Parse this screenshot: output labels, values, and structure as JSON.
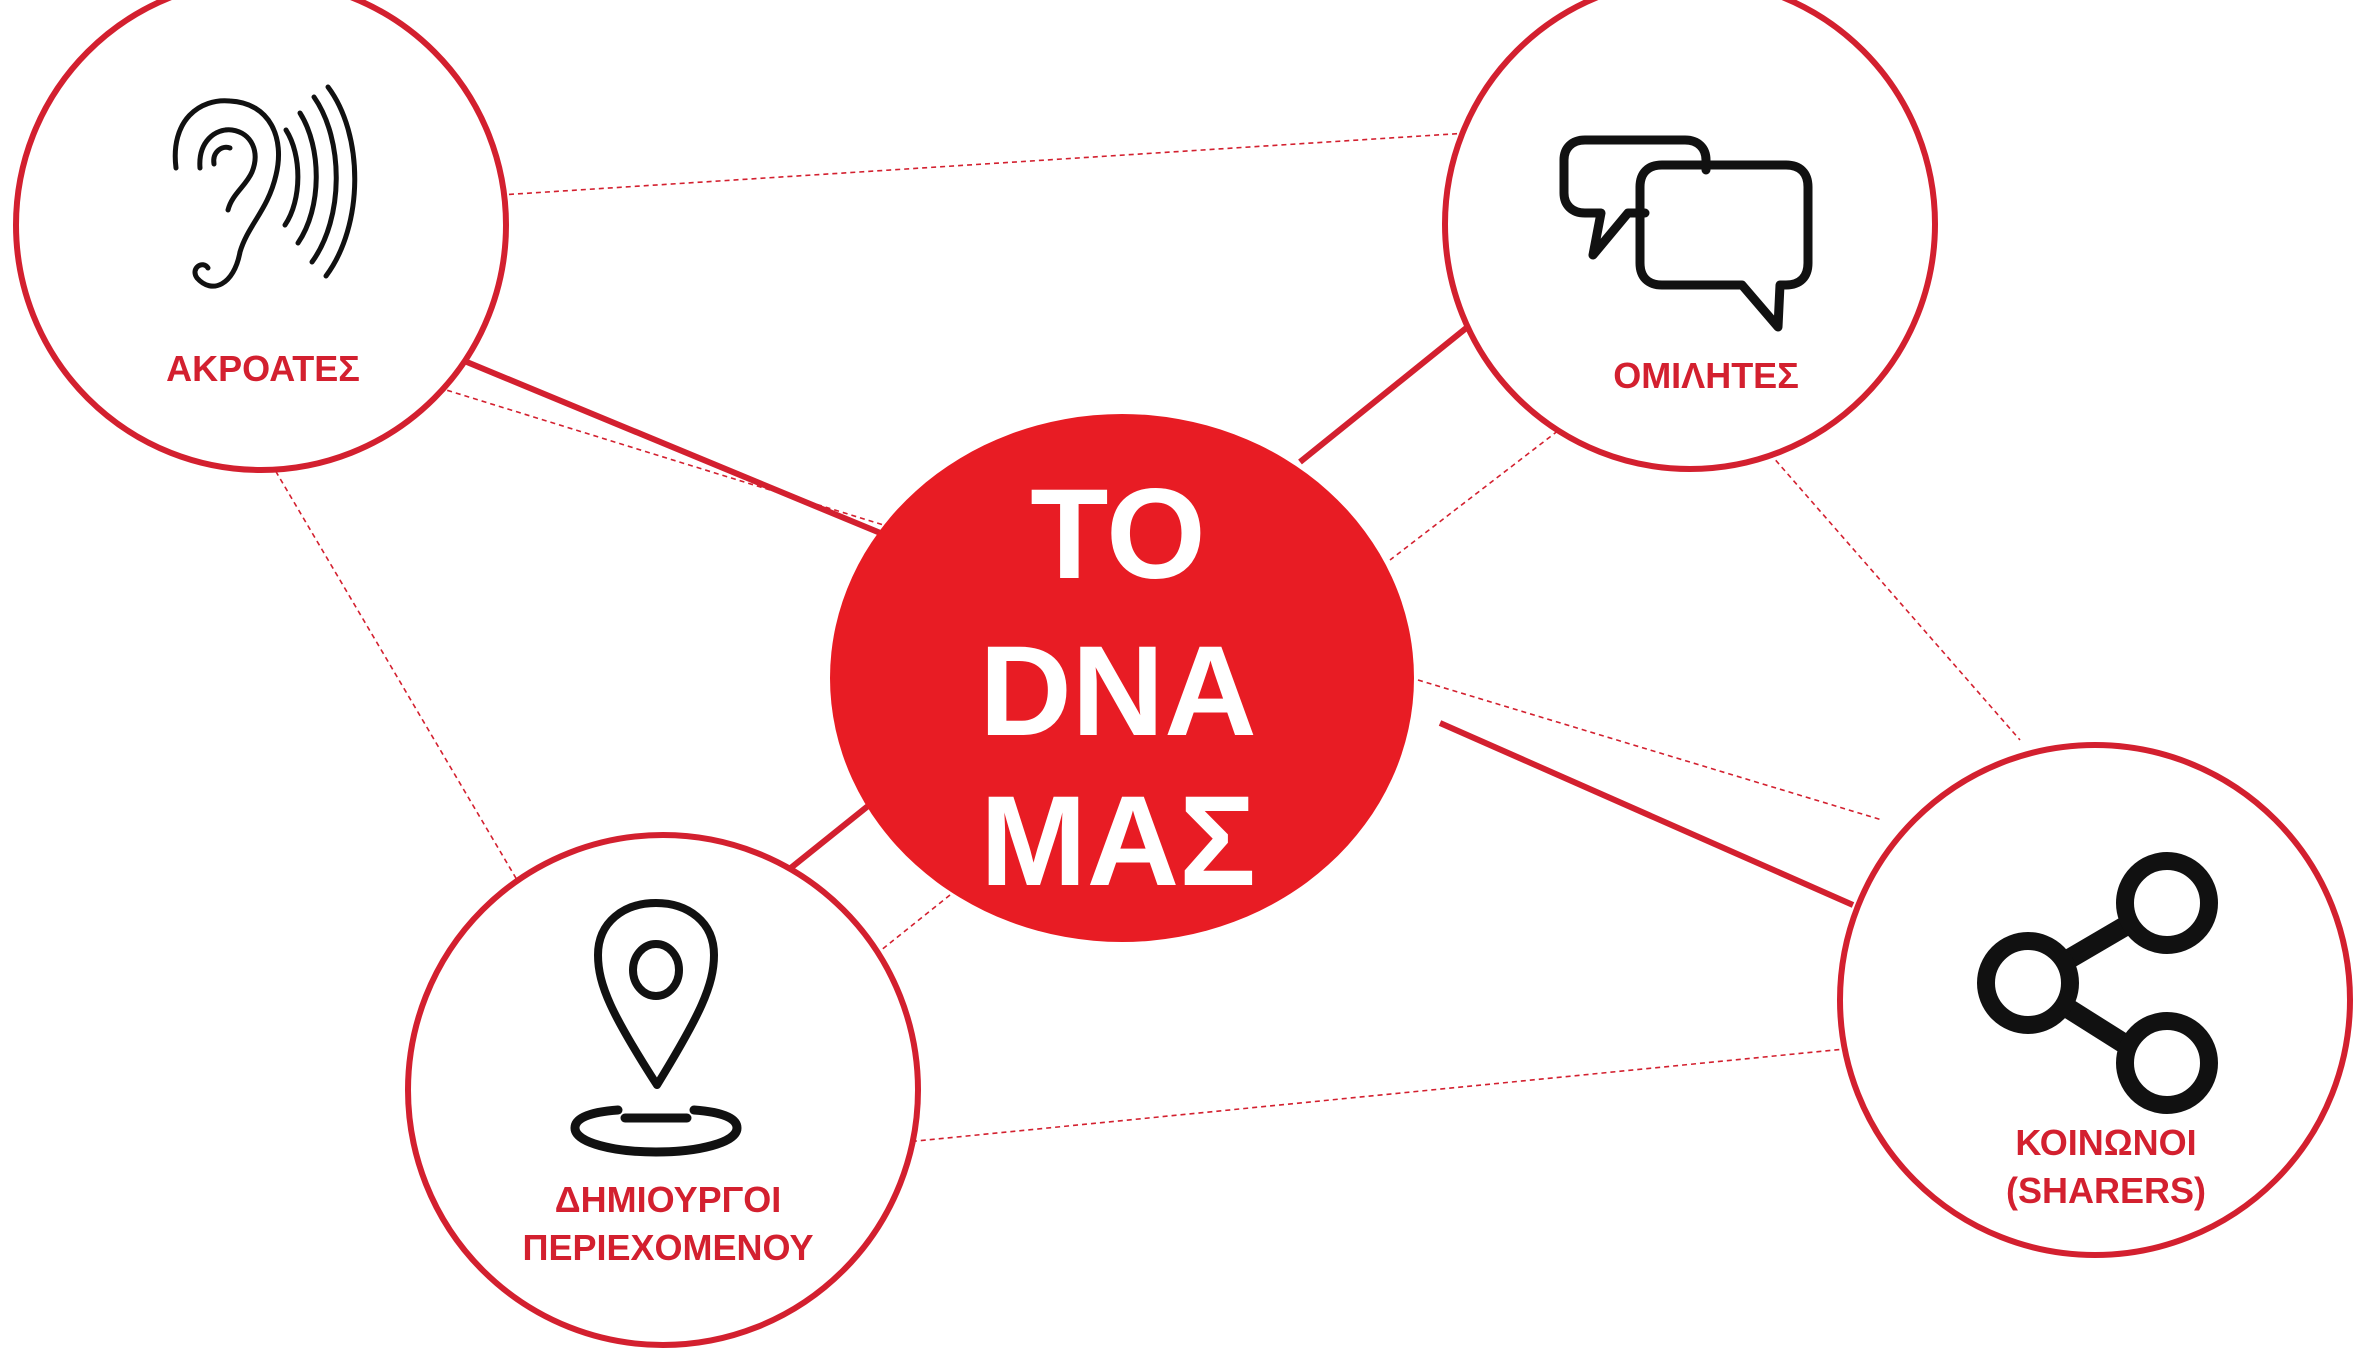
{
  "center": {
    "line1": "TO",
    "line2": "DNA",
    "line3": "ΜΑΣ"
  },
  "nodes": {
    "listeners": {
      "label": "ΑΚΡΟΑΤΕΣ",
      "icon": "ear-icon"
    },
    "speakers": {
      "label": "ΟΜΙΛΗΤΕΣ",
      "icon": "speech-bubbles-icon"
    },
    "creators": {
      "label_line1": "ΔΗΜΙΟΥΡΓΟΙ",
      "label_line2": "ΠΕΡΙΕΧΟΜΕΝΟΥ",
      "icon": "location-pin-icon"
    },
    "sharers": {
      "label_line1": "ΚΟΙΝΩΝΟΙ",
      "label_line2": "(SHARERS)",
      "icon": "share-icon"
    }
  },
  "colors": {
    "accent": "#d3202f",
    "center_fill": "#e81c24",
    "icon": "#111111"
  }
}
